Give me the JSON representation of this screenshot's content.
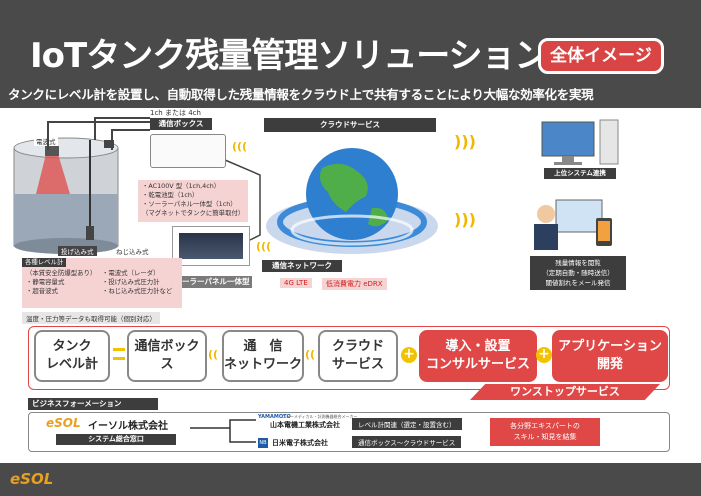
{
  "header": {
    "title": "IoTタンク残量管理ソリューション",
    "badge": "全体イメージ",
    "subtitle": "タンクにレベル計を設置し、自動取得した残量情報をクラウド上で共有することにより大幅な効率化を実現"
  },
  "tank": {
    "label_electric": "電波式",
    "label_insert": "投げ込み式",
    "label_screw": "ねじ込み式"
  },
  "comm_box": {
    "channels": "1ch または 4ch",
    "label": "通信ボックス",
    "specs": [
      "・AC100V 型（1ch,4ch）",
      "・乾電池型（1ch）",
      "・ソーラーパネル一体型（1ch）",
      "（マグネットでタンクに簡単取付）"
    ]
  },
  "solar": {
    "label": "ソーラーパネル一体型"
  },
  "cloud": {
    "label": "クラウドサービス"
  },
  "network": {
    "label": "通信ネットワーク",
    "lte": "4G LTE",
    "edrx": "低消費電力 eDRX"
  },
  "upper": {
    "label": "上位システム連携"
  },
  "user": {
    "lines": [
      "残量情報を閲覧",
      "（定期自動・随時送信）",
      "閾値割れをメール発信"
    ]
  },
  "level_meters": {
    "title": "各種レベル計",
    "left": [
      "（本質安全防爆型あり）",
      "・静電容量式",
      "・超音波式"
    ],
    "right": [
      "・電波式（レーダ）",
      "・投げ込み式圧力計",
      "・ねじ込み式圧力計など"
    ],
    "note": "温度・圧力等データも取得可能（個別対応）"
  },
  "flow": {
    "tank_level": "タンク\nレベル計",
    "comm_box": "通信ボックス",
    "network": "通　信\nネットワーク",
    "cloud": "クラウド\nサービス",
    "consult": "導入・設置\nコンサルサービス",
    "app": "アプリケーション\n開発",
    "onestop": "ワンストップサービス"
  },
  "business": {
    "title": "ビジネスフォーメーション",
    "company": "イーソル株式会社",
    "company_logo": "eSOL",
    "window": "システム総合窓口",
    "partner1": "山本電機工業株式会社",
    "partner1_sub": "ニューメディカル・計測機器総合メーカー",
    "partner1_logo": "YAMAMOTO",
    "partner2": "日米電子株式会社",
    "partner2_logo": "NB",
    "role1": "レベル計関連（選定・設置含む）",
    "role2": "通信ボックス〜クラウドサービス",
    "expert": [
      "各分野エキスパートの",
      "スキル・知見を結集"
    ]
  },
  "footer": {
    "logo": "eSOL"
  }
}
